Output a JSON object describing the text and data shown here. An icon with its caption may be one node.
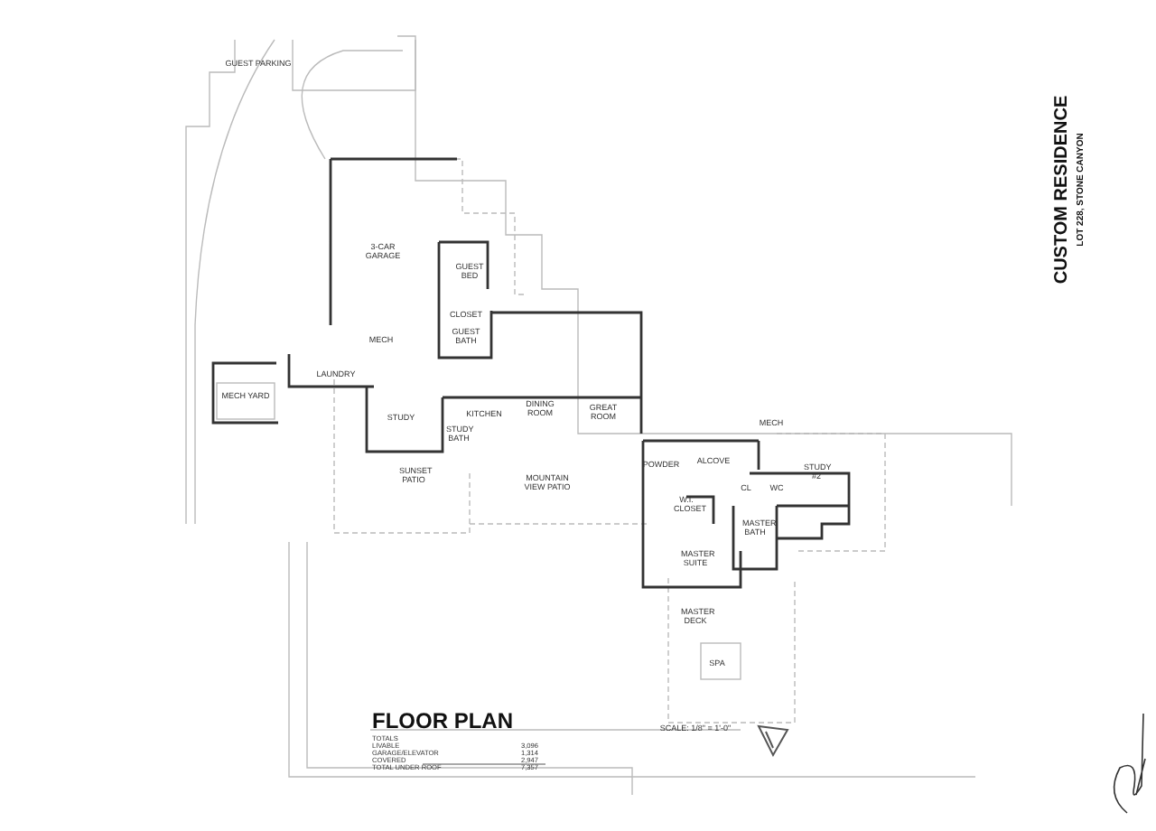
{
  "diagram": {
    "title": "FLOOR PLAN",
    "labels": [
      "GUEST PARKING",
      "3-CAR GARAGE",
      "GUEST BED",
      "CLOSET",
      "GUEST BATH",
      "MECH",
      "LAUNDRY",
      "MECH YARD",
      "STUDY",
      "STUDY BATH",
      "KITCHEN",
      "DINING ROOM",
      "GREAT ROOM",
      "SUNSET PATIO",
      "MOUNTAIN VIEW PATIO",
      "POWDER",
      "ALCOVE",
      "W.I. CLOSET",
      "CL",
      "WC",
      "STUDY #2",
      "MASTER BATH",
      "MASTER SUITE",
      "MASTER DECK",
      "SPA",
      "MECH",
      "SCALE: 1/8\" = 1'-0\"",
      "TOTALS",
      "LIVABLE",
      "3,096",
      "GARAGE/ELEVATOR",
      "1,314",
      "COVERED",
      "2,947",
      "TOTAL UNDER ROOF",
      "7,357",
      "CUSTOM RESIDENCE",
      "LOT 228, STONE CANYON"
    ]
  }
}
